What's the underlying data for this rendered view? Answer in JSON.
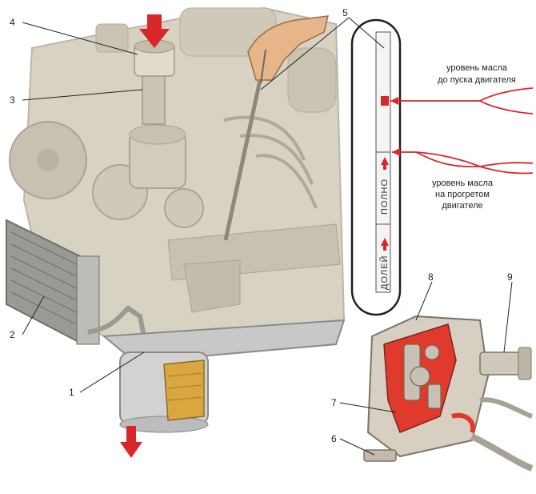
{
  "callouts": [
    {
      "id": "1",
      "label": "1"
    },
    {
      "id": "2",
      "label": "2"
    },
    {
      "id": "3",
      "label": "3"
    },
    {
      "id": "4",
      "label": "4"
    },
    {
      "id": "5",
      "label": "5"
    },
    {
      "id": "6",
      "label": "6"
    },
    {
      "id": "7",
      "label": "7"
    },
    {
      "id": "8",
      "label": "8"
    },
    {
      "id": "9",
      "label": "9"
    }
  ],
  "annotations": {
    "level_before_start_line1": "уровень масла",
    "level_before_start_line2": "до пуска двигателя",
    "level_warm_line1": "уровень масла",
    "level_warm_line2": "на прогретом",
    "level_warm_line3": "двигателе"
  },
  "dipstick": {
    "mark_full": "ПОЛНО",
    "mark_add": "ДОЛЕЙ"
  },
  "colors": {
    "engine": "#d8d2c2",
    "engine_shade": "#b9b2a2",
    "pump_cut": "#e03a2c",
    "arrow_red": "#d8262a",
    "filter_element": "#d9a640",
    "radiator": "#9a9a95"
  }
}
